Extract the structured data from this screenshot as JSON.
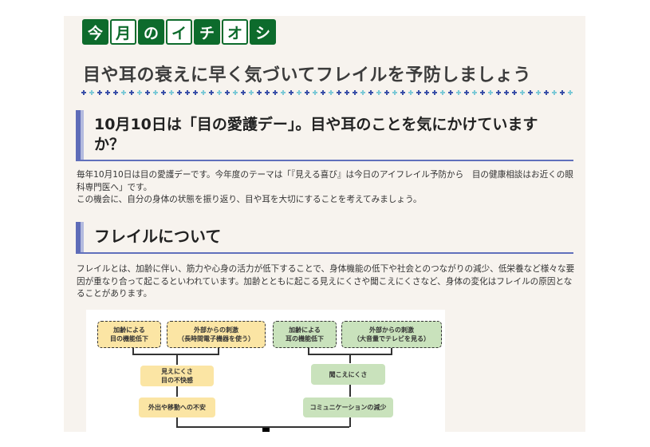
{
  "banner": {
    "tabs": [
      {
        "char": "今",
        "style": "filled"
      },
      {
        "char": "月",
        "style": "outline"
      },
      {
        "char": "の",
        "style": "filled"
      },
      {
        "char": "イ",
        "style": "outline"
      },
      {
        "char": "チ",
        "style": "filled"
      },
      {
        "char": "オ",
        "style": "outline"
      },
      {
        "char": "シ",
        "style": "filled"
      }
    ],
    "colors": {
      "green": "#0d6b2c"
    }
  },
  "article": {
    "title": "目や耳の衰えに早く気づいてフレイルを予防しましょう",
    "divider": {
      "icon": "plus-icon",
      "colors": [
        "#3a4fa8",
        "#7cc9d6"
      ]
    },
    "sections": [
      {
        "heading": "10月10日は「目の愛護デー」。目や耳のことを気にかけていますか？",
        "body": "毎年10月10日は目の愛護デーです。今年度のテーマは「『見える喜び』は今日のアイフレイル予防から　目の健康相談はお近くの眼科専門医へ」です。\nこの機会に、自分の身体の状態を振り返り、目や耳を大切にすることを考えてみましょう。"
      },
      {
        "heading": "フレイルについて",
        "body": "フレイルとは、加齢に伴い、筋力や心身の活力が低下することで、身体機能の低下や社会とのつながりの減少、低栄養など様々な要因が重なり合って起こるといわれています。加齢とともに起こる見えにくさや聞こえにくさなど、身体の変化はフレイルの原因となることがあります。"
      }
    ],
    "heading_colors": {
      "bar": "#5e6cb8",
      "bar_light": "#b3badf",
      "underline": "#6070bc"
    }
  },
  "figure": {
    "eye": {
      "causes": [
        "加齢による\n目の機能低下",
        "外部からの刺激\n（長時間電子機器を使う）"
      ],
      "effect1": "見えにくさ\n目の不快感",
      "effect2": "外出や移動への不安",
      "color": "#fbe5a4"
    },
    "ear": {
      "causes": [
        "加齢による\n耳の機能低下",
        "外部からの刺激\n（大音量でテレビを見る）"
      ],
      "effect1": "聞こえにくさ",
      "effect2": "コミュニケーションの減少",
      "color": "#c9e2bc"
    }
  }
}
